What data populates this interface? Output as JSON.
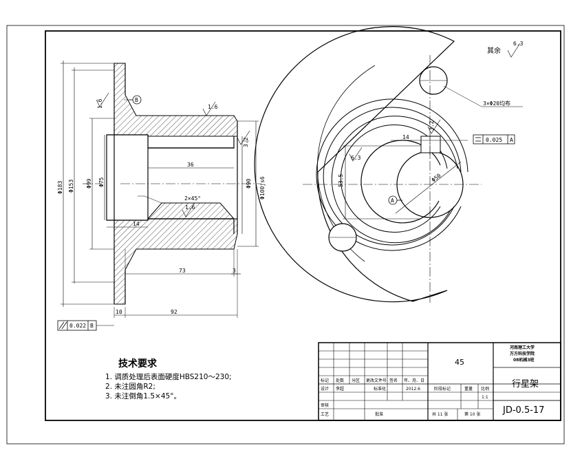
{
  "dimensions": {
    "left": {
      "phi183": "Φ183",
      "phi153": "Φ153",
      "phi99": "Φ99",
      "phi75": "Φ75",
      "phi90": "Φ90",
      "phi100j": "Φ100js6",
      "len36": "36",
      "len14": "14",
      "len73": "73",
      "len3": "3",
      "len10": "10",
      "len92": "92",
      "chamfer": "2×45°",
      "rough_a": "1.6",
      "rough_b": "1.6",
      "rough_c": "1.6",
      "rough_d": "3.2",
      "datum_b": "B",
      "runout_val": "0.022",
      "runout_datum": "B"
    },
    "right": {
      "rest_label": "其余",
      "rest_val": "6.3",
      "holes": "3×Φ20均布",
      "len14": "14",
      "key": "3.2",
      "parallel_val": "0.025",
      "parallel_datum": "A",
      "rough_63": "6.3",
      "depth": "53.5",
      "bore": "Φ50",
      "datum_a": "A"
    }
  },
  "requirements": {
    "title": "技术要求",
    "line1": "1. 调质处理后表面硬度HBS210～230;",
    "line2": "2. 未注圆角R2;",
    "line3": "3. 未注倒角1.5×45°。"
  },
  "title_block": {
    "material": "45",
    "school_1": "河南理工大学",
    "school_2": "万方科技学院",
    "school_3": "08机械3班",
    "part_name": "行星架",
    "drawing_no": "JD-0.5-17",
    "h_mark": "标记",
    "h_count": "处数",
    "h_zone": "分区",
    "h_doc": "更改文件号",
    "h_sign": "签名",
    "h_date": "年、月、日",
    "r_design": "设计",
    "r_designer": "李超",
    "r_std": "标准化",
    "r_year": "2012.6",
    "r_stage": "阶段标记",
    "r_weight": "重量",
    "r_scale": "比例",
    "r_scale_val": "1:1",
    "r_review": "审核",
    "r_craft": "工艺",
    "r_approve": "批准",
    "sheets_total": "共 11 张",
    "sheet_no": "第 10 张"
  }
}
